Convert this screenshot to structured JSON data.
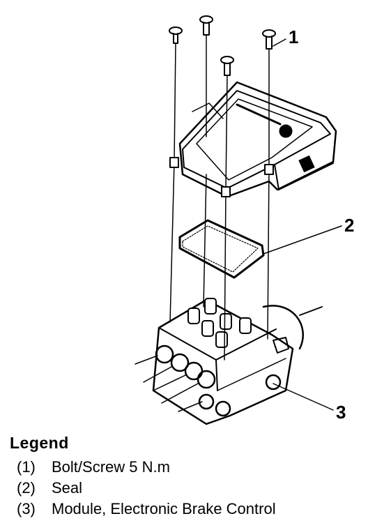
{
  "diagram": {
    "callouts": [
      {
        "id": "1",
        "label": "1"
      },
      {
        "id": "2",
        "label": "2"
      },
      {
        "id": "3",
        "label": "3"
      }
    ]
  },
  "legend": {
    "title": "Legend",
    "items": [
      {
        "num": "(1)",
        "text": "Bolt/Screw 5 N.m"
      },
      {
        "num": "(2)",
        "text": "Seal"
      },
      {
        "num": "(3)",
        "text": "Module, Electronic Brake Control"
      }
    ]
  }
}
